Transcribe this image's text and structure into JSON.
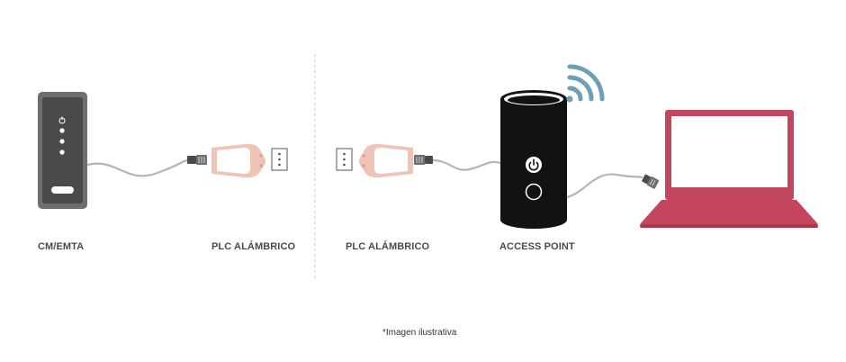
{
  "labels": {
    "cm_emta": "CM/EMTA",
    "plc_left": "PLC ALÁMBRICO",
    "plc_right": "PLC ALÁMBRICO",
    "access_point": "ACCESS POINT"
  },
  "footnote": "*Imagen ilustrativa",
  "colors": {
    "modem_body": "#6e6e6e",
    "modem_face": "#4a4a4a",
    "plc_body": "#efc3b6",
    "plc_outline": "#d99c8c",
    "access_point_body": "#121212",
    "wifi_signal": "#6f9fb6",
    "laptop": "#c4465c",
    "cable": "#b5b5b5",
    "divider": "#c8c8c8",
    "label_text": "#4a4a4a"
  },
  "icons": {
    "modem": "cable-modem-icon",
    "plc": "plc-adapter-icon",
    "outlet": "wall-outlet-icon",
    "access_point": "access-point-icon",
    "power": "power-icon",
    "wifi": "wifi-signal-icon",
    "laptop": "laptop-icon",
    "plug": "ethernet-plug-icon"
  }
}
